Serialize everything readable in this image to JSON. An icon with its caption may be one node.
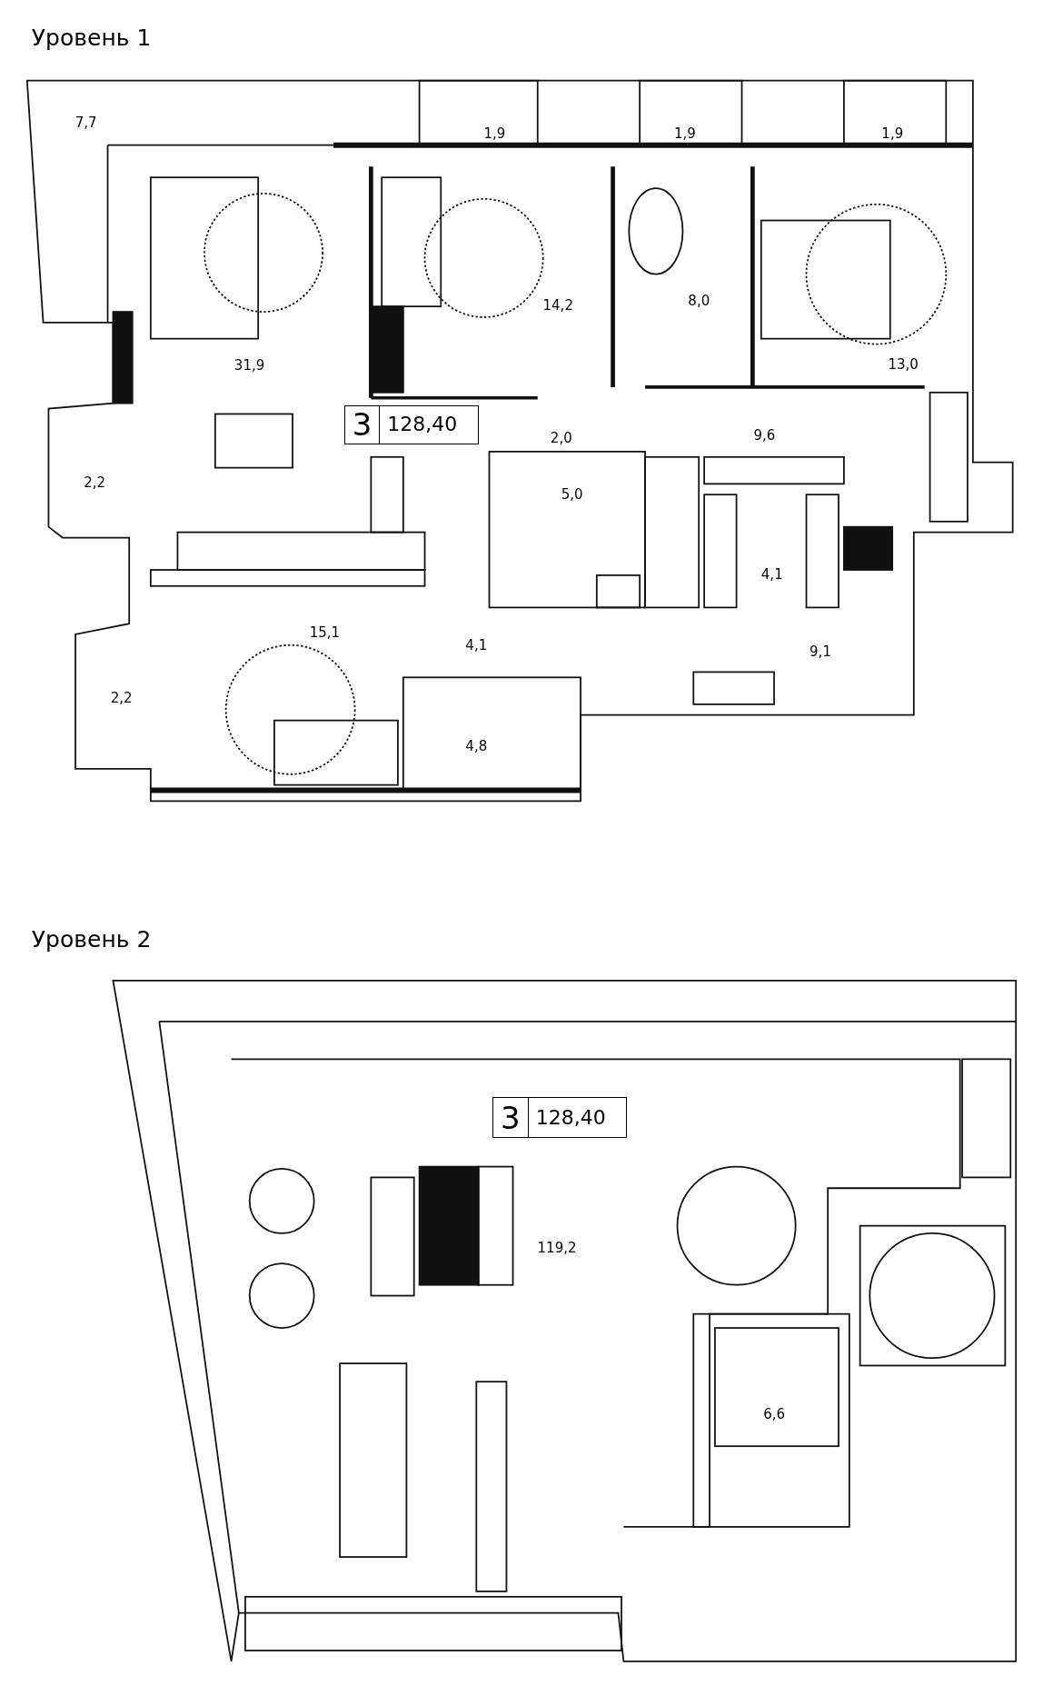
{
  "diagram": {
    "nodes": [
      {
        "text": [
          "3",
          "128,40"
        ]
      },
      {
        "text": [
          "3",
          "128,40"
        ]
      }
    ],
    "labels": [
      "Уровень 1",
      "7,7",
      "1,9",
      "1,9",
      "1,9",
      "14,2",
      "8,0",
      "31,9",
      "13,0",
      "2,0",
      "9,6",
      "2,2",
      "5,0",
      "4,1",
      "15,1",
      "4,1",
      "9,1",
      "2,2",
      "4,8",
      "Уровень 2",
      "119,2",
      "6,6"
    ]
  }
}
